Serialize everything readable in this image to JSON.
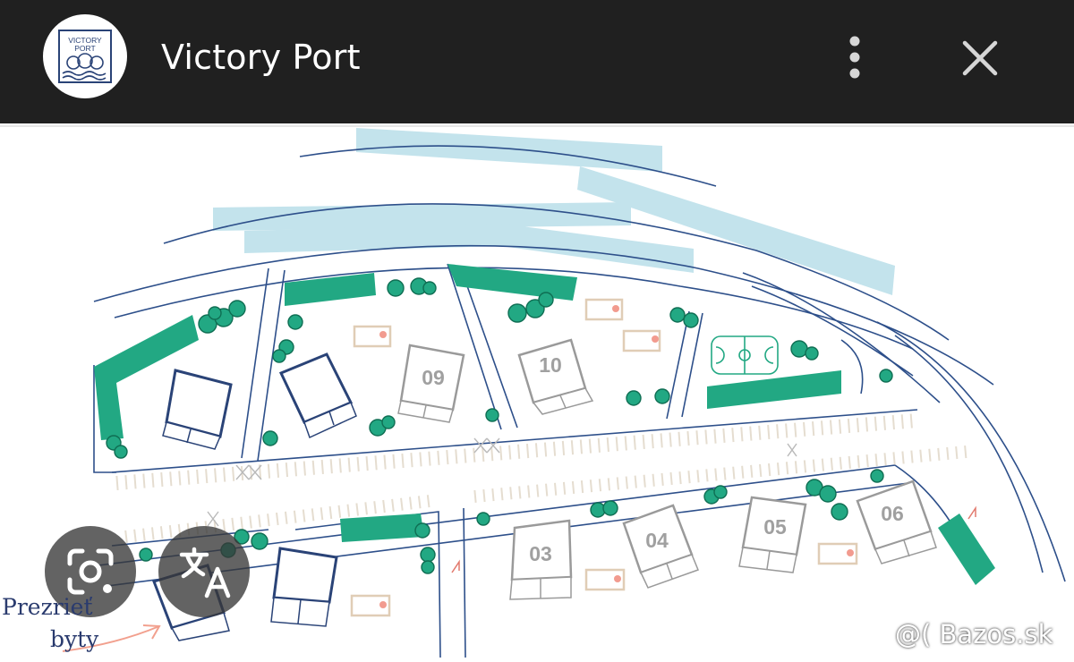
{
  "header": {
    "title": "Victory Port",
    "logo_text_line1": "VICTORY",
    "logo_text_line2": "PORT",
    "menu_icon": "more-vert-icon",
    "close_icon": "close-icon"
  },
  "colors": {
    "header_bg": "#202020",
    "water": "#c3e3ec",
    "greenery": "#22a883",
    "roads": "#2d4f8a",
    "house_new": "#2a4377",
    "house_labeled": "#9a9a9a",
    "parking_marker": "#e8d9c8"
  },
  "houses": [
    {
      "label": "09"
    },
    {
      "label": "10"
    },
    {
      "label": "03"
    },
    {
      "label": "04"
    },
    {
      "label": "05"
    },
    {
      "label": "06"
    }
  ],
  "overlay": {
    "lens_icon": "camera-search-icon",
    "translate_icon": "translate-icon",
    "prezriet_text": "Prezrieť",
    "byty_text": "byty",
    "watermark": "@( Bazos.sk"
  }
}
